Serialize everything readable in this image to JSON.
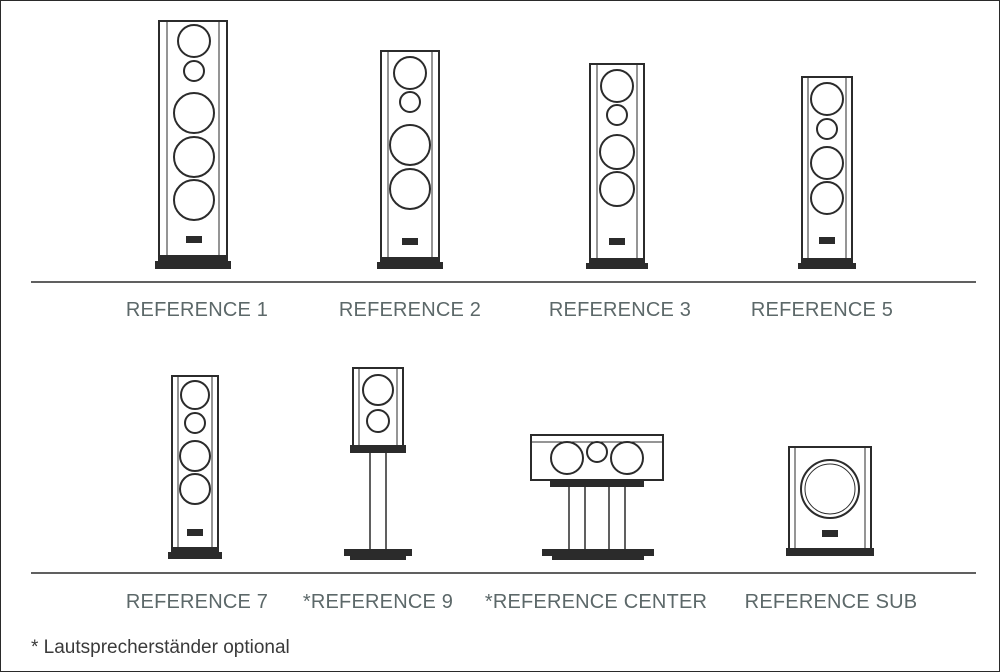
{
  "row1": [
    {
      "id": "ref1",
      "label": "REFERENCE 1"
    },
    {
      "id": "ref2",
      "label": "REFERENCE 2"
    },
    {
      "id": "ref3",
      "label": "REFERENCE 3"
    },
    {
      "id": "ref5",
      "label": "REFERENCE 5"
    }
  ],
  "row2": [
    {
      "id": "ref7",
      "label": "REFERENCE 7"
    },
    {
      "id": "ref9",
      "label": "*REFERENCE 9"
    },
    {
      "id": "center",
      "label": "*REFERENCE CENTER"
    },
    {
      "id": "sub",
      "label": "REFERENCE SUB"
    }
  ],
  "footnote": "* Lautsprecherständer optional",
  "colors": {
    "line": "#2b2b2b",
    "label": "#5c6869",
    "driver_fill": "#ffffff"
  }
}
